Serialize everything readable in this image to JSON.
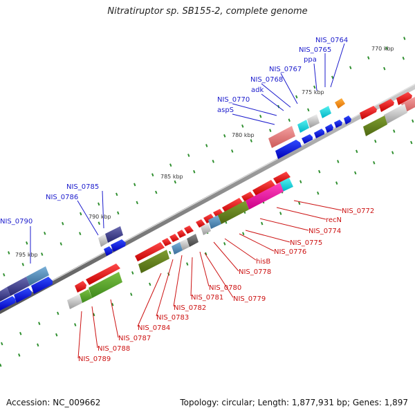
{
  "title": "Nitratiruptor sp. SB155-2, complete genome",
  "footer": {
    "accession": "Accession: NC_009662",
    "topology": "Topology: circular; Length: 1,877,931 bp; Genes: 1,897"
  },
  "colors": {
    "backbone": "#777777",
    "tick": "#2f8f2f",
    "label_blue": "#1a1acc",
    "label_red": "#cc1111",
    "kbp_text": "#333333"
  },
  "kbp_labels": [
    "770 kbp",
    "775 kbp",
    "780 kbp",
    "785 kbp",
    "790 kbp",
    "795 kbp"
  ],
  "blue_labels": [
    "NIS_0764",
    "NIS_0765",
    "ppa",
    "NIS_0767",
    "NIS_0768",
    "adk",
    "NIS_0770",
    "aspS",
    "NIS_0785",
    "NIS_0786",
    "NIS_0790"
  ],
  "red_labels": [
    "NIS_0772",
    "recN",
    "NIS_0774",
    "NIS_0775",
    "NIS_0776",
    "hisB",
    "NIS_0778",
    "NIS_0779",
    "NIS_0780",
    "NIS_0781",
    "NIS_0782",
    "NIS_0783",
    "NIS_0784",
    "NIS_0787",
    "NIS_0788",
    "NIS_0789"
  ]
}
